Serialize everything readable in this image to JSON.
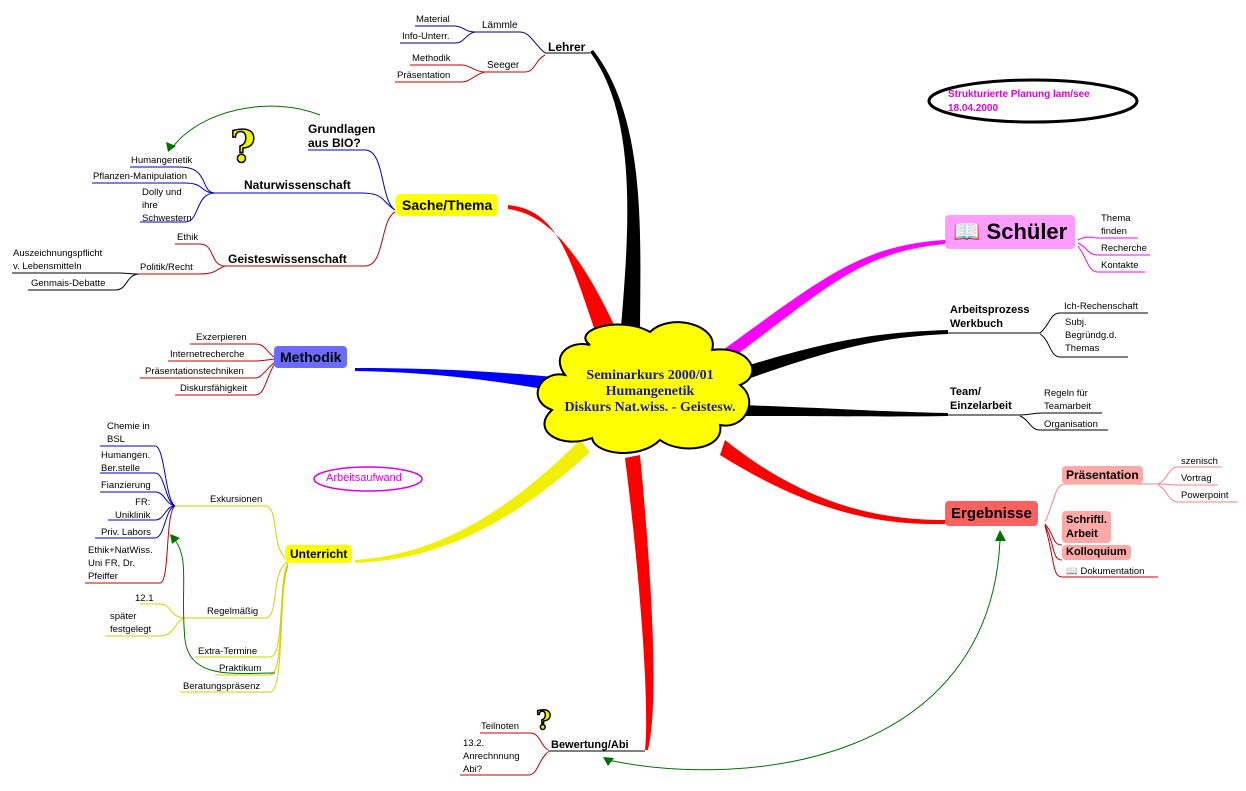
{
  "center": {
    "line1": "Seminarkurs 2000/01",
    "line2": "Humangenetik",
    "line3": "Diskurs Nat.wiss. - Geistesw."
  },
  "note": {
    "line1": "Strukturierte Planung lam/see",
    "line2": "18.04.2000"
  },
  "cost_label": "Arbeitsaufwand",
  "icon_question": "?",
  "icon_book": "book-icon",
  "lehrer": {
    "label": "Lehrer",
    "laemmle": "Lämmle",
    "material": "Material",
    "info": "Info-Unterr.",
    "seeger": "Seeger",
    "methodik": "Methodik",
    "praes": "Präsentation"
  },
  "sache": {
    "label": "Sache/Thema",
    "grundlagen1": "Grundlagen",
    "grundlagen2": "aus BIO?",
    "natur": "Naturwissenschaft",
    "humangenetik": "Humangenetik",
    "pflanzen": "Pflanzen-Manipulation",
    "dolly1": "Dolly und",
    "dolly2": "ihre",
    "dolly3": "Schwestern",
    "geistes": "Geisteswissenschaft",
    "ethik": "Ethik",
    "politik": "Politik/Recht",
    "auszeichnung1": "Auszeichnungspflicht",
    "auszeichnung2": "v. Lebensmitteln",
    "genmais": "Genmais-Debatte"
  },
  "methodik": {
    "label": "Methodik",
    "exzerpieren": "Exzerpieren",
    "internet": "Internetrecherche",
    "praestech": "Präsentationstechniken",
    "diskurs": "Diskursfähigkeit"
  },
  "unterricht": {
    "label": "Unterricht",
    "exkursionen": "Exkursionen",
    "chemie1": "Chemie in",
    "chemie2": "BSL",
    "humangen1": "Humangen.",
    "humangen2": "Ber.stelle",
    "finanzierung": "Fianzierung",
    "fr1": "FR:",
    "fr2": "Uniklinik",
    "privlabors": "Priv. Labors",
    "ethik1": "Ethik+NatWiss.",
    "ethik2": "Uni FR, Dr.",
    "ethik3": "Pfeiffer",
    "regelmaessig": "Regelmäßig",
    "r1": "12.1",
    "r2": "später",
    "r3": "festgelegt",
    "extra": "Extra-Termine",
    "praktikum": "Praktikum",
    "beratung": "Beratungspräsenz"
  },
  "bewertung": {
    "label": "Bewertung/Abi",
    "teilnoten": "Teilnoten",
    "a1": "13.2.",
    "a2": "Anrechnnung",
    "a3": "Abi?"
  },
  "schueler": {
    "label": "Schüler",
    "thema1": "Thema",
    "thema2": "finden",
    "recherche": "Recherche",
    "kontakte": "Kontakte"
  },
  "arbeitsprozess": {
    "label1": "Arbeitsprozess",
    "label2": "Werkbuch",
    "ich": "Ich-Rechenschaft",
    "s1": "Subj.",
    "s2": "Begründg.d.",
    "s3": "Themas"
  },
  "team": {
    "label1": "Team/",
    "label2": "Einzelarbeit",
    "regeln1": "Regeln für",
    "regeln2": "Teamarbeit",
    "org": "Organisation"
  },
  "ergebnisse": {
    "label": "Ergebnisse",
    "praesentation": "Präsentation",
    "szenisch": "szenisch",
    "vortrag": "Vortrag",
    "powerpoint": "Powerpoint",
    "schriftl1": "Schriftl.",
    "schriftl2": "Arbeit",
    "kolloquium": "Kolloquium",
    "dokumentation": "Dokumentation"
  }
}
